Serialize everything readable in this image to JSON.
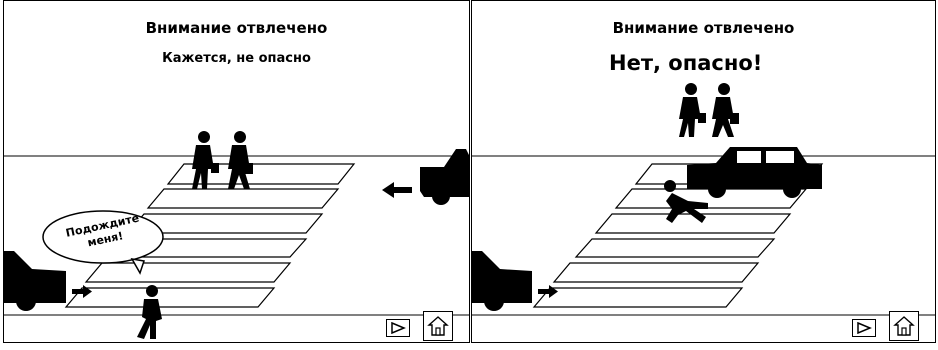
{
  "panels": [
    {
      "title": "Внимание отвлечено",
      "subtitle": "Кажется, не опасно",
      "speech_bubble": [
        "Подождите",
        "меня!"
      ]
    },
    {
      "title": "Внимание отвлечено",
      "subtitle": "Нет, опасно!"
    }
  ],
  "icons": {
    "play": "play-icon",
    "home": "home-icon",
    "arrow": "arrow-icon",
    "car": "car-icon",
    "pedestrian": "pedestrian-icon"
  },
  "colors": {
    "ink": "#000000",
    "background": "#ffffff"
  }
}
